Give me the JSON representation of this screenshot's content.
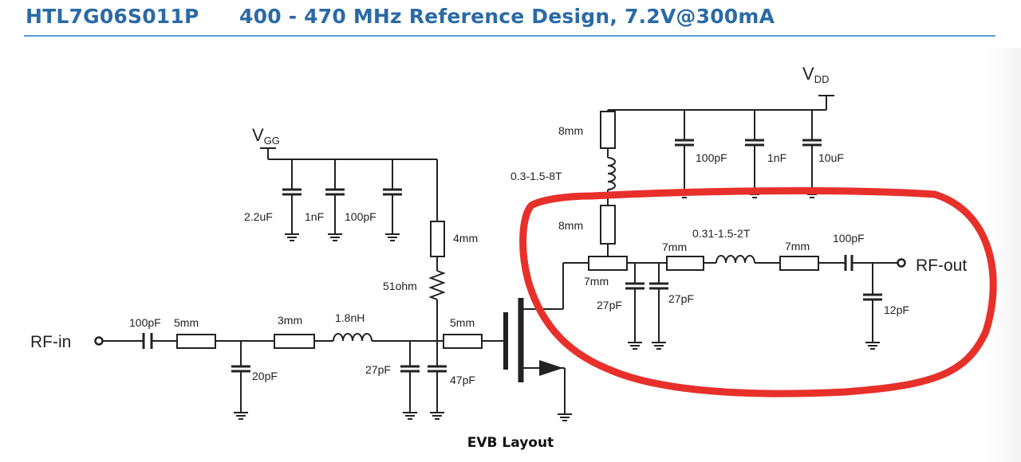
{
  "header": {
    "part_number": "HTL7G06S011P",
    "subtitle": "400 - 470 MHz Reference Design, 7.2V@300mA"
  },
  "schematic": {
    "supplies": {
      "vgg": {
        "main": "V",
        "sub": "GG"
      },
      "vdd": {
        "main": "V",
        "sub": "DD"
      }
    },
    "ports": {
      "rf_in": "RF-in",
      "rf_out": "RF-out"
    },
    "input": {
      "dc_block_cap": "100pF",
      "line_1": "5mm",
      "shunt_cap": "20pF",
      "line_2": "3mm",
      "series_inductor": "1.8nH",
      "shunt_cap_a": "27pF",
      "shunt_cap_b": "47pF",
      "gate_line": "5mm"
    },
    "gate_bias": {
      "decoupling_caps": [
        "2.2uF",
        "1nF",
        "100pF"
      ],
      "line": "4mm",
      "resistor": "51ohm"
    },
    "drain_bias": {
      "decoupling_caps": [
        "100pF",
        "1nF",
        "10uF"
      ],
      "line_top": "8mm",
      "choke": "0.3-1.5-8T",
      "line_bottom": "8mm"
    },
    "output_match": {
      "tee_line": "7mm",
      "shunt_caps": [
        "27pF",
        "27pF"
      ],
      "line_1": "7mm",
      "inductor": "0.31-1.5-2T",
      "line_2": "7mm",
      "dc_block_cap": "100pF",
      "shunt_cap": "12pF"
    }
  },
  "caption": "EVB Layout",
  "colors": {
    "header_text": "#2a6aa6",
    "rule": "#5b9bd5",
    "highlight": "#e8302b"
  }
}
